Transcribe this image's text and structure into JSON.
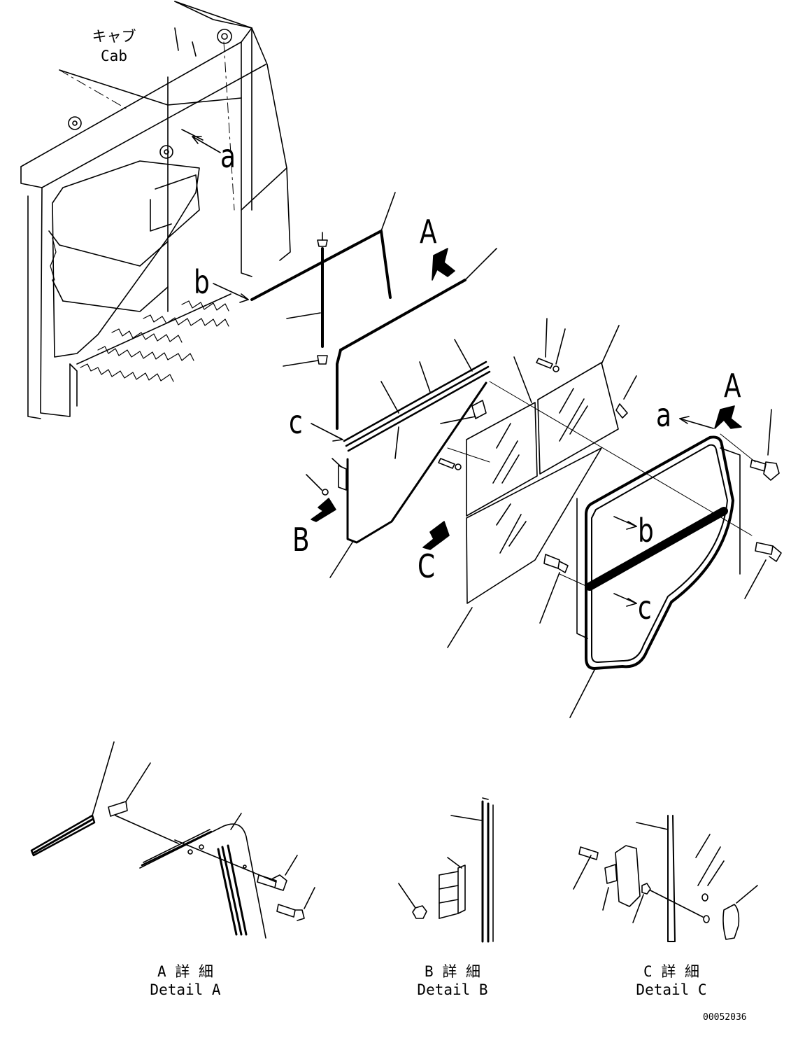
{
  "title": {
    "jp": "キャブ",
    "en": "Cab"
  },
  "callouts": {
    "a": "a",
    "b": "b",
    "c": "c",
    "A": "A",
    "B": "B",
    "C": "C"
  },
  "details": [
    {
      "jp": "A 詳 細",
      "en": "Detail A"
    },
    {
      "jp": "B 詳 細",
      "en": "Detail B"
    },
    {
      "jp": "C 詳 細",
      "en": "Detail C"
    }
  ],
  "figure_number": "00052036"
}
